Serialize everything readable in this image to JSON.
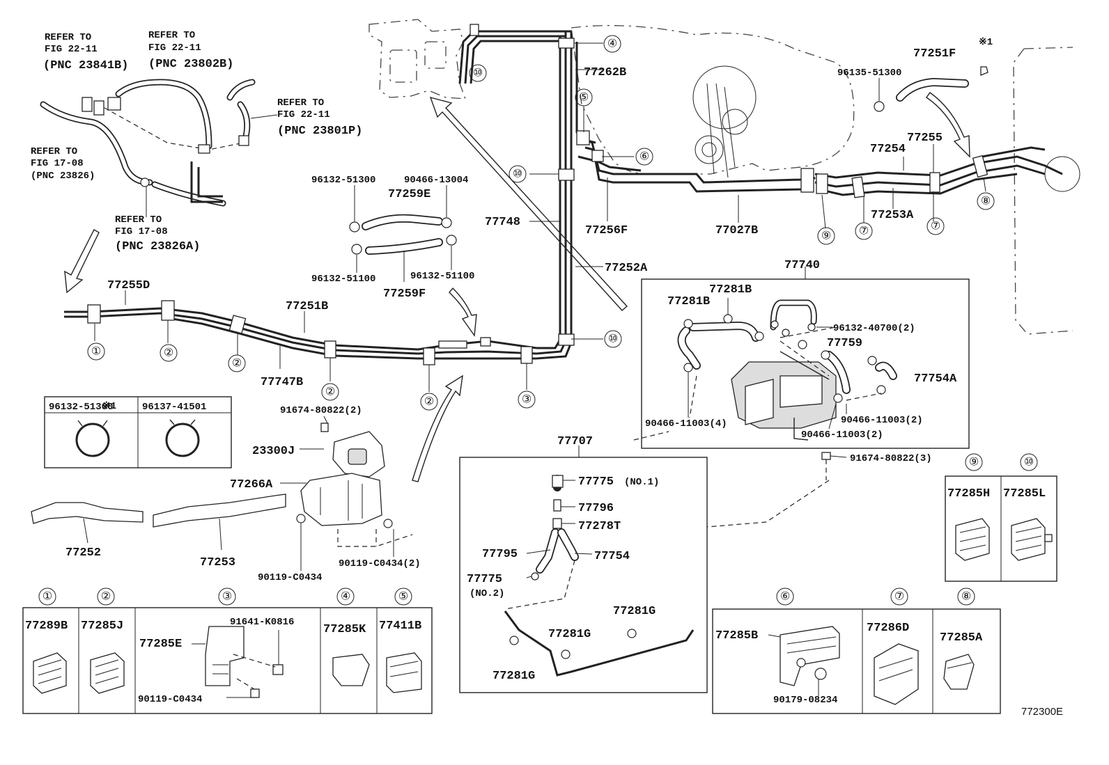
{
  "refs": {
    "r1": [
      "REFER TO",
      "FIG 22-11",
      "(PNC 23841B)"
    ],
    "r2": [
      "REFER TO",
      "FIG 22-11",
      "(PNC 23802B)"
    ],
    "r3": [
      "REFER TO",
      "FIG 22-11",
      "(PNC 23801P)"
    ],
    "r4": [
      "REFER TO",
      "FIG 17-08",
      "(PNC 23826)"
    ],
    "r5": [
      "REFER TO",
      "FIG 17-08",
      "(PNC 23826A)"
    ]
  },
  "labels": {
    "p77255D": "77255D",
    "p77251B": "77251B",
    "p77747B": "77747B",
    "p77262B": "77262B",
    "p77748": "77748",
    "p77252A": "77252A",
    "p77256F": "77256F",
    "p77027B": "77027B",
    "p77251F": "77251F",
    "p96135_51300": "96135-51300",
    "p77254": "77254",
    "p77255": "77255",
    "p77253A": "77253A",
    "p96132_51300": "96132-51300",
    "p90466_13004": "90466-13004",
    "p77259E": "77259E",
    "p96132_51100a": "96132-51100",
    "p96132_51100b": "96132-51100",
    "p77259F": "77259F",
    "p91674_80822_2": "91674-80822(2)",
    "p23300J": "23300J",
    "p77266A": "77266A",
    "p77252": "77252",
    "p77253": "77253",
    "p90119_C0434": "90119-C0434",
    "p90119_C0434_2": "90119-C0434(2)",
    "p77740": "77740",
    "p77281B_a": "77281B",
    "p77281B_b": "77281B",
    "p96132_40700_2": "96132-40700(2)",
    "p77759": "77759",
    "p77754A": "77754A",
    "p90466_11003_4": "90466-11003(4)",
    "p90466_11003_2a": "90466-11003(2)",
    "p90466_11003_2b": "90466-11003(2)",
    "p91674_80822_3": "91674-80822(3)",
    "p77707": "77707",
    "p77775_no1": "77775",
    "no1": "(NO.1)",
    "p77796": "77796",
    "p77278T": "77278T",
    "p77795": "77795",
    "p77754": "77754",
    "p77775_no2": "77775",
    "no2": "(NO.2)",
    "p77281G_a": "77281G",
    "p77281G_b": "77281G",
    "p77281G_c": "77281G",
    "mark1_top": "※1",
    "mark1_box": "※1",
    "clamp_a": "96132-51300",
    "clamp_b": "96137-41501",
    "figure_id": "772300E"
  },
  "callouts": {
    "c1": "①",
    "c2": "②",
    "c3": "③",
    "c4": "④",
    "c5": "⑤",
    "c6": "⑥",
    "c7": "⑦",
    "c8": "⑧",
    "c9": "⑨",
    "c10": "⑩"
  },
  "legend_left": [
    {
      "num": "①",
      "part": "77289B"
    },
    {
      "num": "②",
      "part": "77285J"
    },
    {
      "num": "③",
      "part": "77285E",
      "bolt": "91641-K0816",
      "screw": "90119-C0434"
    },
    {
      "num": "④",
      "part": "77285K"
    },
    {
      "num": "⑤",
      "part": "77411B"
    }
  ],
  "legend_right": [
    {
      "num": "⑥",
      "part": "77285B",
      "nut": "90179-08234"
    },
    {
      "num": "⑦",
      "part": "77286D"
    },
    {
      "num": "⑧",
      "part": "77285A"
    }
  ],
  "legend_small": [
    {
      "num": "⑨",
      "part": "77285H"
    },
    {
      "num": "⑩",
      "part": "77285L"
    }
  ]
}
